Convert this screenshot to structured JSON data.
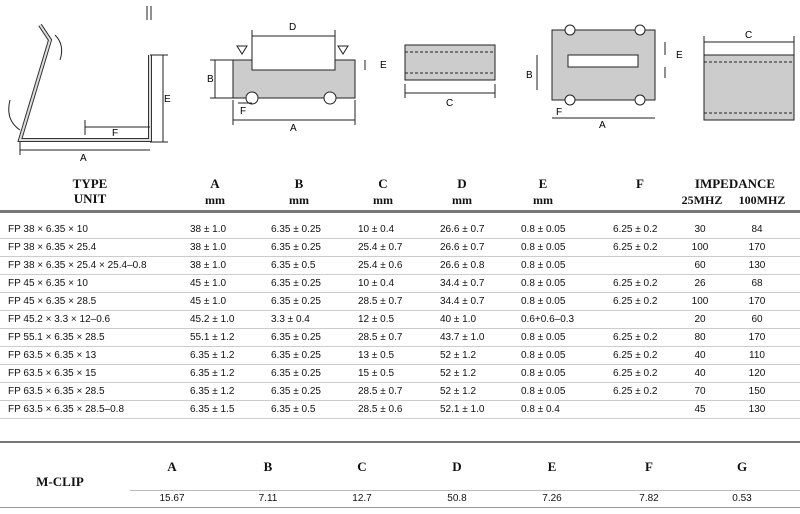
{
  "diagram_labels": {
    "clip": {
      "a": "A",
      "e": "E",
      "f": "F"
    },
    "core1": {
      "a": "A",
      "b": "B",
      "d": "D",
      "e": "E",
      "f": "F"
    },
    "core2": {
      "c": "C"
    },
    "core3": {
      "a": "A",
      "b": "B",
      "e": "E",
      "f": "F"
    },
    "core4": {
      "c": "C"
    }
  },
  "table": {
    "headers": {
      "type": "TYPE",
      "unit": "UNIT",
      "a": "A",
      "b": "B",
      "c": "C",
      "d": "D",
      "e": "E",
      "f": "F",
      "mm": "mm",
      "impedance": "IMPEDANCE",
      "z25": "25MHZ",
      "z100": "100MHZ"
    },
    "rows": [
      [
        "FP 38 × 6.35 × 10",
        "38 ± 1.0",
        "6.35 ± 0.25",
        "10 ± 0.4",
        "26.6 ± 0.7",
        "0.8 ± 0.05",
        "6.25 ± 0.2",
        "30",
        "84"
      ],
      [
        "FP 38 × 6.35 × 25.4",
        "38 ± 1.0",
        "6.35 ± 0.25",
        "25.4 ± 0.7",
        "26.6 ± 0.7",
        "0.8 ± 0.05",
        "6.25 ± 0.2",
        "100",
        "170"
      ],
      [
        "FP 38 × 6.35 × 25.4 × 25.4–0.8",
        "38 ± 1.0",
        "6.35 ± 0.5",
        "25.4 ± 0.6",
        "26.6 ± 0.8",
        "0.8 ± 0.05",
        "",
        "60",
        "130"
      ],
      [
        "FP 45 × 6.35 × 10",
        "45 ± 1.0",
        "6.35 ± 0.25",
        "10 ± 0.4",
        "34.4 ± 0.7",
        "0.8 ± 0.05",
        "6.25 ± 0.2",
        "26",
        "68"
      ],
      [
        "FP 45 × 6.35 × 28.5",
        "45 ± 1.0",
        "6.35 ± 0.25",
        "28.5 ± 0.7",
        "34.4 ± 0.7",
        "0.8 ± 0.05",
        "6.25 ± 0.2",
        "100",
        "170"
      ],
      [
        "FP 45.2 × 3.3 × 12–0.6",
        "45.2 ± 1.0",
        "3.3 ± 0.4",
        "12 ± 0.5",
        "40 ± 1.0",
        "0.6+0.6–0.3",
        "",
        "20",
        "60"
      ],
      [
        "FP 55.1 × 6.35 × 28.5",
        "55.1 ± 1.2",
        "6.35 ± 0.25",
        "28.5 ± 0.7",
        "43.7 ± 1.0",
        "0.8 ± 0.05",
        "6.25 ± 0.2",
        "80",
        "170"
      ],
      [
        "FP 63.5 × 6.35 × 13",
        "6.35 ± 1.2",
        "6.35 ± 0.25",
        "13 ± 0.5",
        "52 ± 1.2",
        "0.8 ± 0.05",
        "6.25 ± 0.2",
        "40",
        "110"
      ],
      [
        "FP 63.5 × 6.35 × 15",
        "6.35 ± 1.2",
        "6.35 ± 0.25",
        "15 ± 0.5",
        "52 ± 1.2",
        "0.8 ± 0.05",
        "6.25 ± 0.2",
        "40",
        "120"
      ],
      [
        "FP 63.5 × 6.35 × 28.5",
        "6.35 ± 1.2",
        "6.35 ± 0.25",
        "28.5 ± 0.7",
        "52 ± 1.2",
        "0.8 ± 0.05",
        "6.25 ± 0.2",
        "70",
        "150"
      ],
      [
        "FP 63.5 × 6.35 × 28.5–0.8",
        "6.35 ± 1.5",
        "6.35 ± 0.5",
        "28.5 ± 0.6",
        "52.1 ± 1.0",
        "0.8 ± 0.4",
        "",
        "45",
        "130"
      ]
    ]
  },
  "mclip": {
    "label": "M-CLIP",
    "headers": [
      "A",
      "B",
      "C",
      "D",
      "E",
      "F",
      "G"
    ],
    "values": [
      "15.67",
      "7.11",
      "12.7",
      "50.8",
      "7.26",
      "7.82",
      "0.53"
    ]
  }
}
